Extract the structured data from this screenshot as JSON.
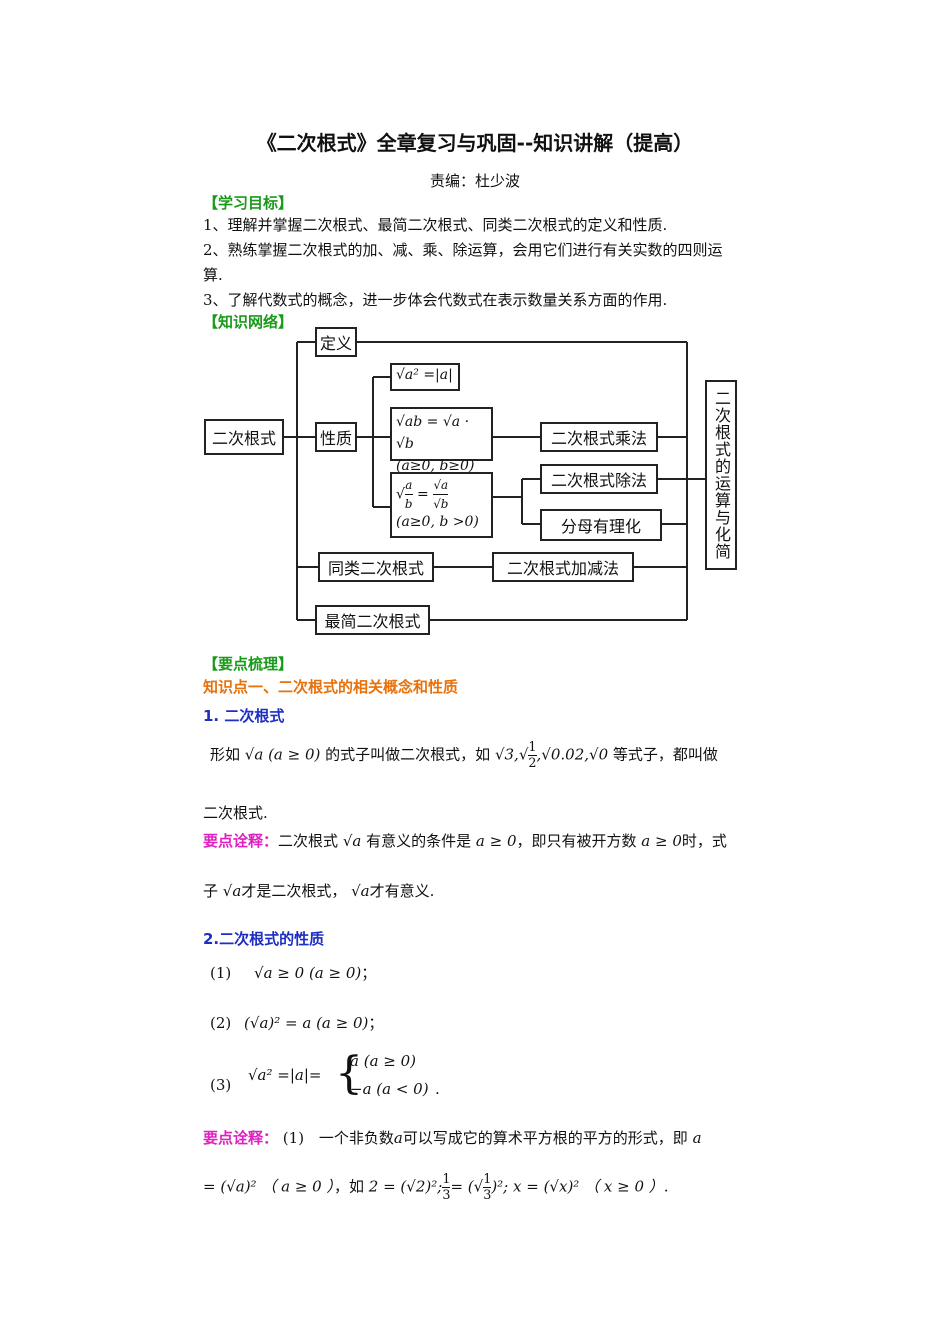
{
  "title": "《二次根式》全章复习与巩固--知识讲解（提高）",
  "editor": "责编：杜少波",
  "section_goals": "【学习目标】",
  "goals": [
    "1、理解并掌握二次根式、最简二次根式、同类二次根式的定义和性质.",
    "2、熟练掌握二次根式的加、减、乘、除运算，会用它们进行有关实数的四则运",
    "算.",
    "3、了解代数式的概念，进一步体会代数式在表示数量关系方面的作用."
  ],
  "section_network": "【知识网络】",
  "diagram": {
    "root": "二次根式",
    "definition": "定义",
    "property": "性质",
    "same_type": "同类二次根式",
    "simplest": "最简二次根式",
    "mult": "二次根式乘法",
    "div": "二次根式除法",
    "rationalize": "分母有理化",
    "addsub": "二次根式加减法",
    "ops": "二次根式的运算与化简",
    "f1": "√a² =|a|",
    "f2_top": "√ab = √a · √b",
    "f2_cond": "(a≥0, b≥0)",
    "f3_cond": "(a≥0, b >0)",
    "f3_a": "a",
    "f3_b": "b",
    "f3_eq": "=",
    "f3_ra": "√a",
    "f3_rb": "√b"
  },
  "section_points": "【要点梳理】",
  "kp1": "知识点一、二次根式的相关概念和性质",
  "sub1": "1.  二次根式",
  "def_text_a": "形如",
  "def_formula": "√a (a ≥ 0)",
  "def_text_b": "的式子叫做二次根式，如",
  "def_examples_1": "√3,",
  "def_examples_half_num": "1",
  "def_examples_half_den": "2",
  "def_examples_2": ",√0.02,√0",
  "def_text_c": "等式子，都叫做",
  "def_text_d": "二次根式.",
  "note_label": "要点诠释：",
  "note1_a": "二次根式",
  "note1_sqrt": "√a",
  "note1_b": "有意义的条件是",
  "note1_cond": "a ≥ 0",
  "note1_c": "，即只有被开方数",
  "note1_cond2": "a ≥ 0",
  "note1_d": "时，式",
  "note1_e": "子",
  "note1_sqrt2": "√a",
  "note1_f": "才是二次根式，",
  "note1_sqrt3": "√a",
  "note1_g": "才有意义.",
  "sub2": "2.二次根式的性质",
  "p1_num": "(1)",
  "p1": "√a ≥ 0 (a ≥ 0)",
  "p1_end": "；",
  "p2_num": "(2)",
  "p2": "(√a)² = a (a ≥ 0)",
  "p2_end": "；",
  "p3_num": "(3)",
  "p3_left": "√a² =|a|=",
  "p3_case1": "a    (a ≥ 0)",
  "p3_case2": "−a (a < 0)",
  "p3_end": ".",
  "note2_num": "(1)",
  "note2_a": "一个非负数",
  "note2_var": "a",
  "note2_b": "可以写成它的算术平方根的平方的形式，即",
  "note2_var2": "a",
  "note2_eq": "= (√a)²",
  "note2_cond": "（ a ≥ 0 ）",
  "note2_c": "，如",
  "note2_ex1": "2 = (√2)²;",
  "note2_ex2_num": "1",
  "note2_ex2_den": "3",
  "note2_ex2_eq": "= (√",
  "note2_ex2_end": ")²;",
  "note2_ex3": "x = (√x)²",
  "note2_cond2": "（ x ≥ 0 ）",
  "note2_end": "."
}
